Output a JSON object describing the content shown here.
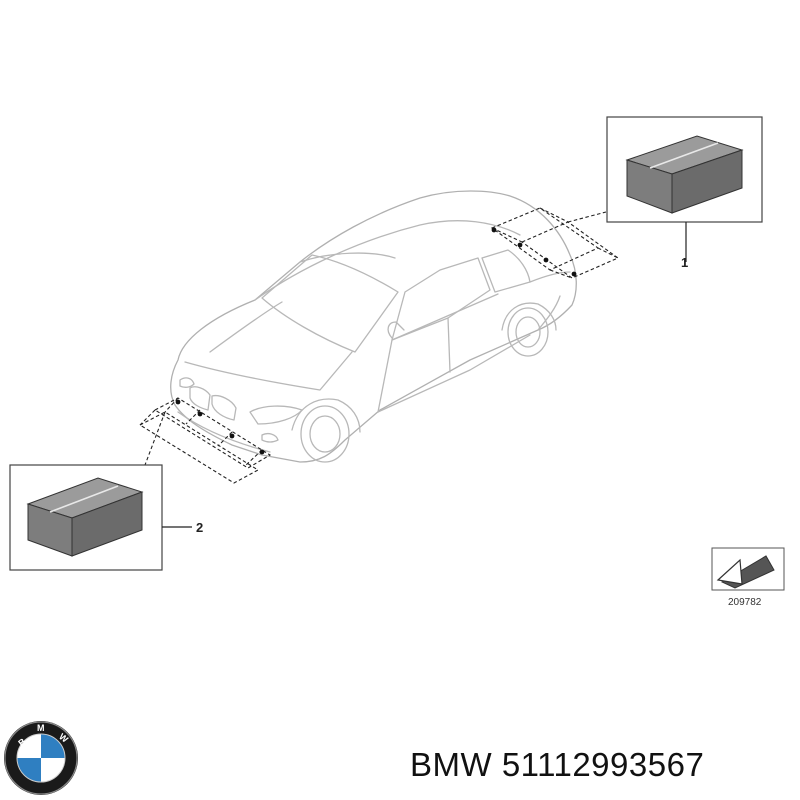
{
  "callouts": {
    "part1": "1",
    "part2": "2"
  },
  "reference_number": "209782",
  "footer": {
    "brand_logo_text": "BMW",
    "part_label": "BMW 51112993567"
  },
  "colors": {
    "block_top": "#9b9b9b",
    "block_front": "#7d7d7d",
    "block_side": "#6b6b6b",
    "car_outline": "#b8b8b8",
    "logo_blue": "#2f7fc1",
    "logo_black": "#1a1a1a"
  }
}
